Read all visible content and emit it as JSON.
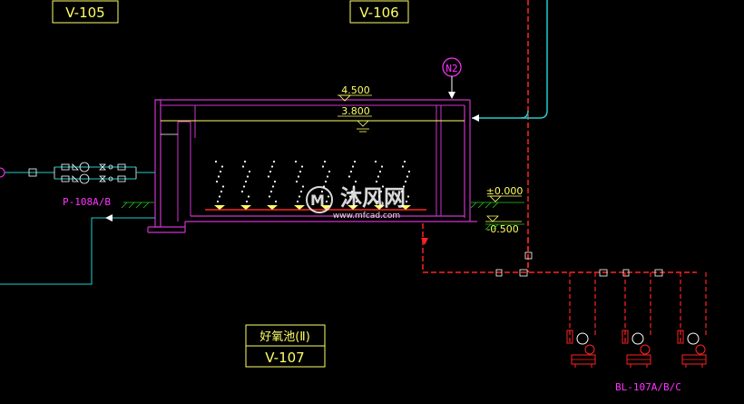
{
  "tags": {
    "v105": "V-105",
    "v106": "V-106",
    "v107": "V-107",
    "tank_name": "好氧池(Ⅱ)",
    "pump": "P-108A/B",
    "blowers": "BL-107A/B/C",
    "n2": "N2"
  },
  "levels": {
    "top": "4.500",
    "water": "3.800",
    "ground": "±0.000",
    "bottom": "-0.500"
  },
  "watermark": {
    "name": "沐风网",
    "url": "www.mfcad.com"
  },
  "colors": {
    "background": "#000000",
    "tank": "#cc33cc",
    "tag_text": "#ffff66",
    "pipe_air": "#ff2222",
    "pipe_water": "#22cccc",
    "level_mark": "#ffff66",
    "ground_hatch": "#22cc22"
  }
}
